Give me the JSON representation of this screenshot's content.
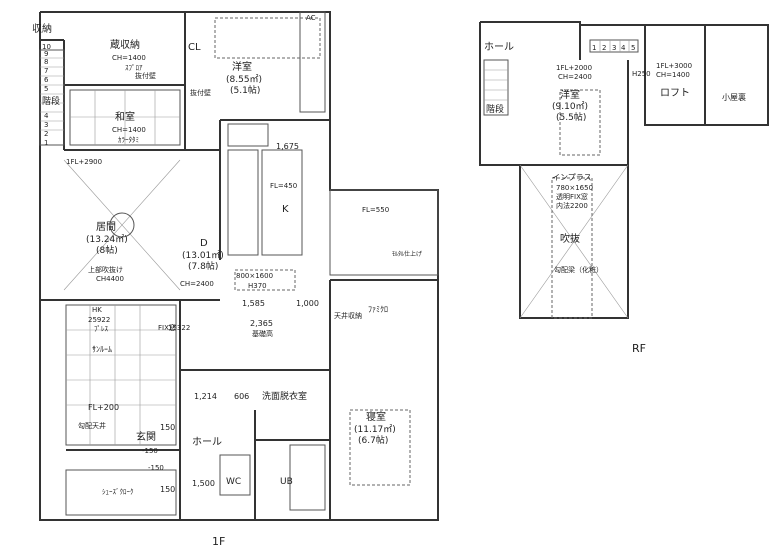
{
  "floors": {
    "first_caption": "1F",
    "roof_caption": "RF"
  },
  "rooms_1f": {
    "storage_top": "収納",
    "attic_storage": "蔵収納",
    "attic_storage_ch": "CH=1400",
    "attic_floor": "ｽﾌﾟﾛｱ",
    "attic_sub": "抜付壁",
    "closet_cl": "CL",
    "western": "洋室",
    "western_area": "(8.55㎡)",
    "western_tatami": "(5.1帖)",
    "stairs": "階段",
    "japanese": "和室",
    "japanese_ch": "CH=1400",
    "japanese_note": "ｶﾗｰﾀﾀﾐ",
    "japanese_sub": "抜付壁",
    "living": "居間",
    "living_area": "(13.24㎡)",
    "living_tatami": "(8帖)",
    "living_fl": "1FL+2900",
    "living_ceiling": "上部吹抜け",
    "living_ch": "CH4400",
    "kitchen": "K",
    "kitchen_fl": "FL=450",
    "dining": "D",
    "dining_area": "(13.01㎡)",
    "dining_tatami": "(7.8帖)",
    "dining_ch": "CH=2400",
    "wet_fl": "FL=550",
    "mortar": "ﾓﾙﾀﾙ仕上げ",
    "table": "800×1600",
    "table_h": "H370",
    "counter_dim": "2,365",
    "counter": "基礎高",
    "dim_1585": "1,585",
    "dim_1000": "1,000",
    "dim_1675": "1,675",
    "family_closet": "ﾌｧﾐｸﾛ",
    "ceiling_storage": "天井収納",
    "sunroom": "ｻﾝﾙｰﾑ",
    "sunroom_hk": "HK",
    "sunroom_dims": "25922",
    "sunroom_press": "ﾌﾟﾚｽ",
    "fix_window": "FIX窓",
    "fix_size": "15322",
    "fl_200": "FL+200",
    "slope_ceiling": "勾配天井",
    "entrance": "玄関",
    "entrance_lvl": "-150",
    "entrance_lvl2": "-150",
    "hall": "ホール",
    "shoes_closet": "ｼｭｰｽﾞｸﾛｰｸ",
    "dim_150a": "150",
    "dim_150b": "150",
    "dim_1500": "1,500",
    "dim_1214": "1,214",
    "dim_606": "606",
    "washroom": "洗面脱衣室",
    "wc": "WC",
    "ub": "UB",
    "bedroom": "寝室",
    "bedroom_area": "(11.17㎡)",
    "bedroom_tatami": "(6.7帖)",
    "ac": "AC",
    "step_nums": [
      "1",
      "2",
      "3",
      "4",
      "5",
      "6",
      "7",
      "8",
      "9",
      "10"
    ]
  },
  "rooms_rf": {
    "hall": "ホール",
    "stairs": "階段",
    "loft_fl": "1FL+2000",
    "loft_ch": "CH=2400",
    "western": "洋室",
    "western_area": "(9.10㎡)",
    "western_tatami": "(5.5帖)",
    "loft": "ロフト",
    "loft2_fl": "1FL+3000",
    "loft2_ch": "CH=1400",
    "attic_room": "小屋裏",
    "h250": "H250",
    "inplus": "インプラス",
    "inplus_size": "780×1650",
    "inplus_glass": "透明FIX窓",
    "inplus_h": "内法2200",
    "void": "吹抜",
    "slope_beam": "勾配梁（化粧）",
    "top_steps": [
      "1",
      "2",
      "3",
      "4",
      "5"
    ]
  }
}
